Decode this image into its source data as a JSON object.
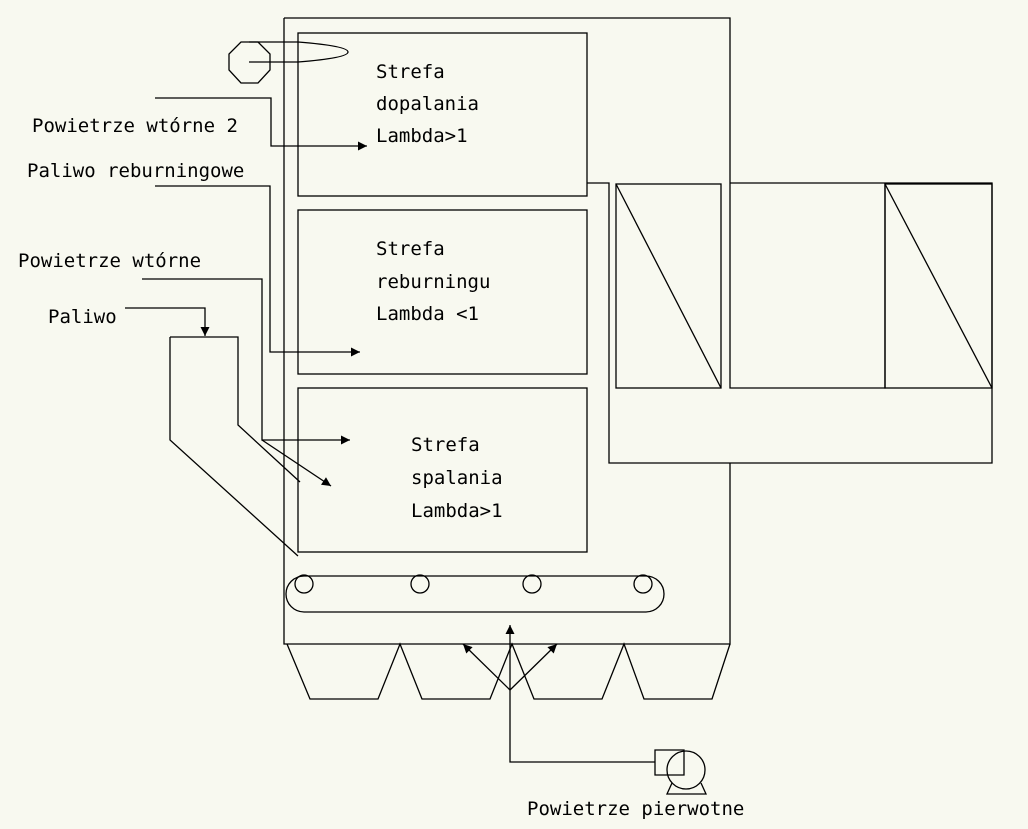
{
  "colors": {
    "background": "#f8f9f0",
    "stroke": "#000000"
  },
  "labels": {
    "secondary_air_2": "Powietrze wtórne 2",
    "reburning_fuel": "Paliwo reburningowe",
    "secondary_air": "Powietrze wtórne",
    "fuel": "Paliwo",
    "primary_air": "Powietrze pierwotne"
  },
  "zones": {
    "afterburn": {
      "line1": "Strefa",
      "line2": "dopalania",
      "line3": "Lambda>1"
    },
    "reburn": {
      "line1": "Strefa",
      "line2": "reburningu",
      "line3": "Lambda <1"
    },
    "combustion": {
      "line1": "Strefa",
      "line2": "spalania",
      "line3": "Lambda>1"
    }
  },
  "icons": {
    "fan": "fan-icon",
    "burner": "burner-nozzle-icon"
  }
}
